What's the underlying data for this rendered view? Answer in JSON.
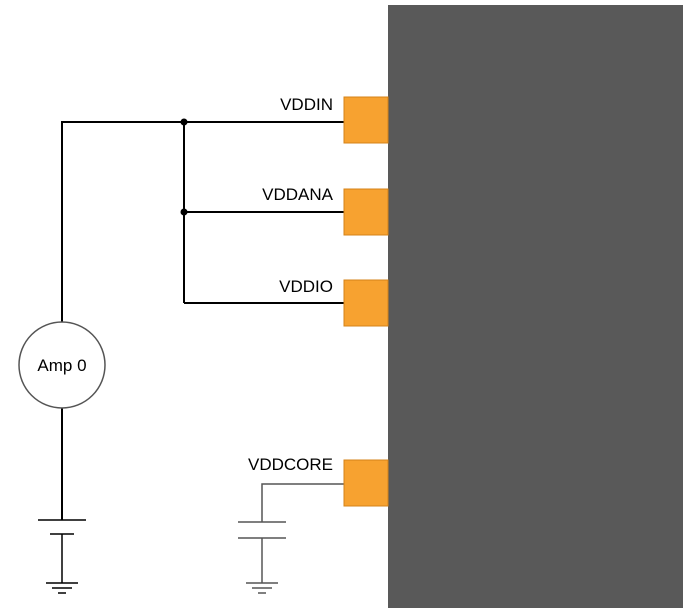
{
  "pins": {
    "vddin": "VDDIN",
    "vddana": "VDDANA",
    "vddio": "VDDIO",
    "vddcore": "VDDCORE"
  },
  "meter": {
    "label": "Amp 0"
  },
  "colors": {
    "chip_body": "#595959",
    "pin_pad": "#f7a230",
    "wire": "#000000",
    "background": "#ffffff"
  }
}
